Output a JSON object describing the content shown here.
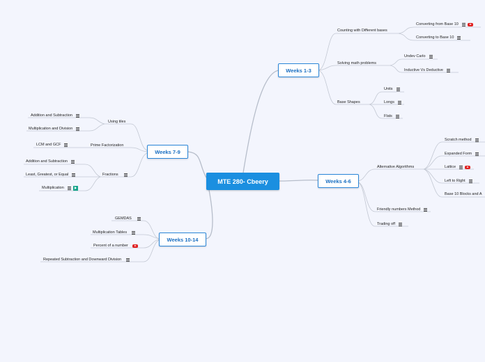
{
  "root": {
    "label": "MTE 280- Cbeery"
  },
  "weeks_1_3": {
    "label": "Weeks 1-3",
    "counting": "Counting with Different bases",
    "convert_from": "Converting from Base 10",
    "convert_to": "Converting to Base 10",
    "solving": "Solving math problems",
    "undev": "Undev Carlo",
    "inductive": "Inductive Vs Deductive",
    "base_shapes": "Base Shapes",
    "units": "Units",
    "longs": "Longs",
    "flats": "Flats"
  },
  "weeks_4_6": {
    "label": "Weeks 4-6",
    "alt_algorithms": "Alternative Algorithms",
    "scratch": "Scratch method",
    "expanded": "Expanded Form",
    "lattice": "Lattice",
    "left_right": "Left to Right",
    "base10_blocks": "Base 10 Blocks and A",
    "friendly": "Friendly numbers Method",
    "trading": "Trading off"
  },
  "weeks_7_9": {
    "label": "Weeks 7-9",
    "using_tiles": "Using tiles",
    "add_sub_tiles": "Addition and Subtraction",
    "mult_div_tiles": "Multiplication and Division",
    "prime": "Prime Factorization",
    "lcm": "LCM and GCF",
    "fractions": "Fractions",
    "add_sub_frac": "Addition and Subtraction",
    "least_greatest": "Least, Greatest, or Equal",
    "mult_frac": "Multiplication"
  },
  "weeks_10_14": {
    "label": "Weeks 10-14",
    "gemdas": "GEMDAS",
    "mult_tables": "Multiplication Tables",
    "percent": "Percent of a number",
    "repeated": "Repeated Subtraction and Downward Division"
  },
  "colors": {
    "root_bg": "#1b8fe0",
    "main_border": "#2a86d8",
    "line": "#b9bfcc",
    "youtube": "#e02020",
    "app": "#1aa58c"
  }
}
